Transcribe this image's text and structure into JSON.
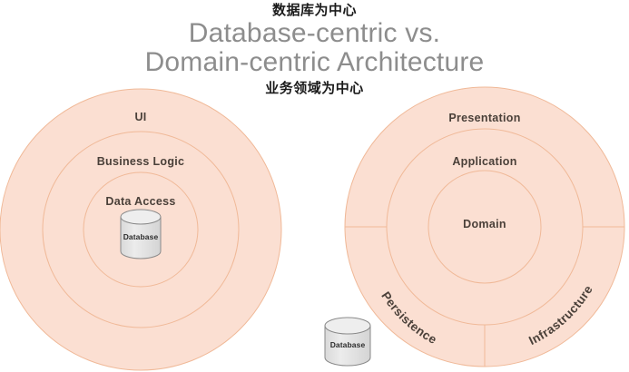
{
  "title": {
    "cn_top": "数据库为中心",
    "line1": "Database-centric vs.",
    "line2": "Domain-centric Architecture",
    "cn_bottom": "业务领域为中心"
  },
  "colors": {
    "ring_fill": "#fbdfd2",
    "ring_stroke": "#f0b998",
    "label_text": "#4a4039",
    "title_text": "#8d8d8d",
    "cn_text": "#1a1a1a",
    "cylinder_fill": "#e4e4e4",
    "cylinder_top": "#eeeeee",
    "cylinder_stroke": "#8a8a8a",
    "background": "#ffffff"
  },
  "left_diagram": {
    "name": "database-centric-architecture",
    "rings": [
      {
        "label": "UI"
      },
      {
        "label": "Business Logic"
      },
      {
        "label": "Data Access"
      }
    ],
    "center_store": {
      "label": "Database"
    }
  },
  "right_diagram": {
    "name": "domain-centric-architecture",
    "rings": [
      {
        "label": "Presentation"
      },
      {
        "label": "Application"
      },
      {
        "label": "Domain"
      }
    ],
    "arc_segments": [
      {
        "label": "Persistence"
      },
      {
        "label": "Infrastructure"
      }
    ]
  },
  "external_store": {
    "label": "Database"
  }
}
